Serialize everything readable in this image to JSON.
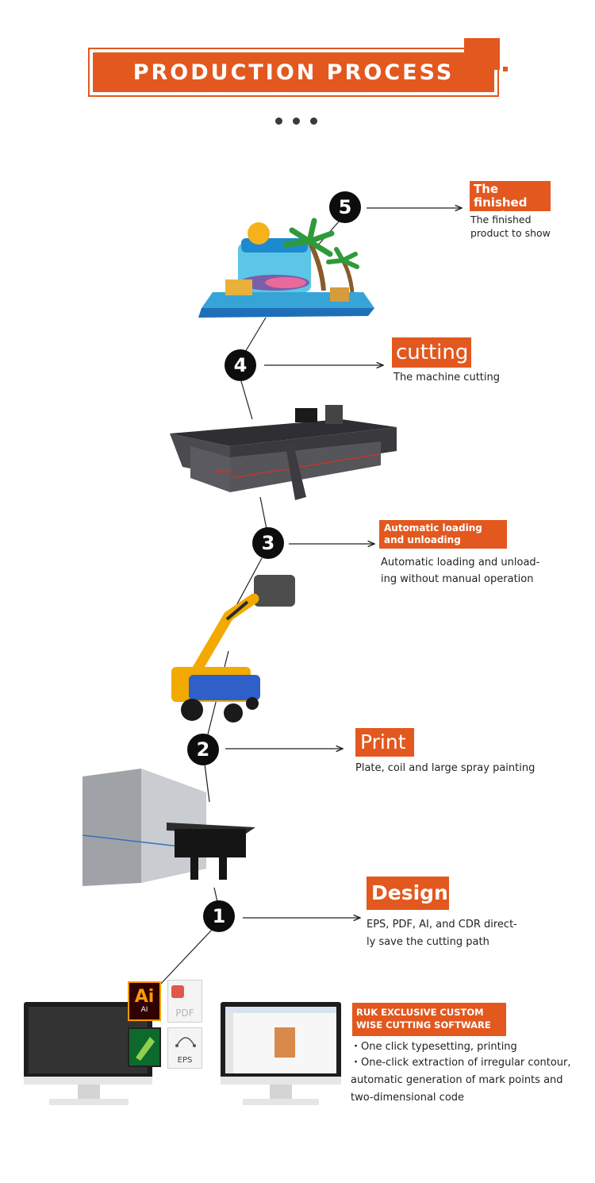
{
  "header": {
    "title": "PRODUCTION PROCESS"
  },
  "steps": [
    {
      "number": "5",
      "tag": "The finished product",
      "desc": "The finished product to show"
    },
    {
      "number": "4",
      "tag": "cutting",
      "desc": "The machine cutting"
    },
    {
      "number": "3",
      "tag": "Automatic loading and unloading",
      "desc": "Automatic loading and unload-ing without manual operation"
    },
    {
      "number": "2",
      "tag": "Print",
      "desc": "Plate, coil and large spray painting"
    },
    {
      "number": "1",
      "tag": "Design",
      "desc": "EPS, PDF, AI, and CDR direct-ly save the cutting path"
    }
  ],
  "machine_brand": "RUKS",
  "file_icons": {
    "ai": "Ai",
    "ai_sub": "AI",
    "pdf": "PDF",
    "eps": "EPS"
  },
  "software": {
    "tag": "RUK EXCLUSIVE CUSTOM WISE CUTTING SOFTWARE",
    "bullets": [
      "・One click typesetting, printing",
      "・One-click extraction of irregular contour, automatic generation of mark points and two-dimensional code"
    ]
  },
  "colors": {
    "accent": "#e2581f",
    "circle": "#0d0d0d"
  }
}
